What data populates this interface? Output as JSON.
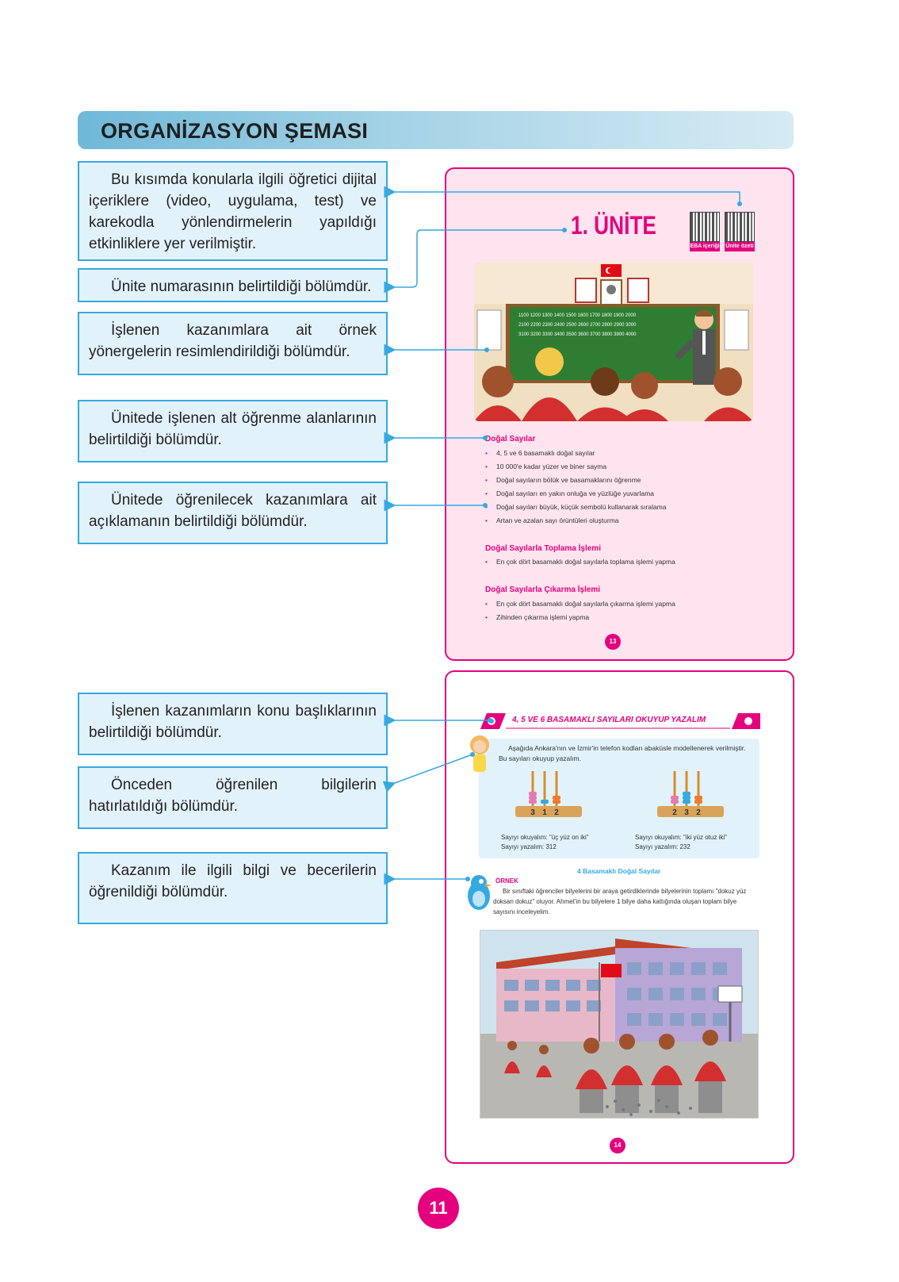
{
  "header": {
    "title": "ORGANİZASYON ŞEMASI"
  },
  "callouts": [
    "Bu kısımda konularla ilgili öğretici dijital içeriklere (video, uygulama, test) ve karekodla yönlendirmelerin yapıldığı etkinliklere yer verilmiştir.",
    "Ünite numarasının belirtildiği bölümdür.",
    "İşlenen kazanımlara ait örnek yönergelerin resimlendirildiği bölümdür.",
    "Ünitede işlenen alt öğrenme alanlarının belirtildiği bölümdür.",
    "Ünitede öğrenilecek kazanımlara ait açıklamanın belirtildiği bölümdür.",
    "İşlenen kazanımların konu başlıklarının belirtildiği bölümdür.",
    "Önceden öğrenilen bilgilerin hatırlatıldığı bölümdür.",
    "Kazanım ile ilgili bilgi ve becerilerin öğrenildiği bölümdür."
  ],
  "page13": {
    "unit_title": "1. ÜNİTE",
    "qr_labels": [
      "EBA içeriği",
      "Ünite özeti"
    ],
    "board_rows": [
      "1100  1200  1300  1400  1500  1600  1700  1800  1900  2000",
      "2100  2200  2300  2400  2500  2600  2700  2800  2900  3000",
      "3100  3200  3300  3400  3500  3600  3700  3800  3900  4000"
    ],
    "sections": [
      {
        "title": "Doğal Sayılar",
        "items": [
          "4, 5 ve 6 basamaklı doğal sayılar",
          "10 000'e kadar yüzer ve biner sayma",
          "Doğal sayıların bölük ve basamaklarını öğrenme",
          "Doğal sayıları en yakın onluğa ve yüzlüğe yuvarlama",
          "Doğal sayıları büyük, küçük sembolü kullanarak sıralama",
          "Artan ve azalan sayı örüntüleri oluşturma"
        ]
      },
      {
        "title": "Doğal Sayılarla Toplama İşlemi",
        "items": [
          "En çok dört basamaklı doğal sayılarla toplama işlemi yapma"
        ]
      },
      {
        "title": "Doğal Sayılarla Çıkarma İşlemi",
        "items": [
          "En çok dört basamaklı doğal sayılarla çıkarma işlemi yapma",
          "Zihinden çıkarma işlemi yapma"
        ]
      }
    ],
    "page_number": "13"
  },
  "page14": {
    "banner": "4, 5 VE 6 BASAMAKLI SAYILARI OKUYUP YAZALIM",
    "intro": "Aşağıda Ankara'nın ve İzmir'in telefon kodları abaküsle modellenerek verilmiştir. Bu sayıları okuyup yazalım.",
    "abacus": [
      {
        "digits": "3 1 2",
        "read": "Sayıyı okuyalım: \"üç yüz on iki\"",
        "write": "Sayıyı yazalım: 312"
      },
      {
        "digits": "2 3 2",
        "read": "Sayıyı okuyalım: \"iki yüz otuz iki\"",
        "write": "Sayıyı yazalım: 232"
      }
    ],
    "subtitle": "4 Basamaklı Doğal Sayılar",
    "example_label": "ÖRNEK",
    "example_text": "Bir sınıftaki öğrenciler bilyelerini bir araya getirdiklerinde bilyelerinin toplamı \"dokuz yüz doksan dokuz\" oluyor. Ahmet'in bu bilyelere 1 bilye daha kattığında oluşan toplam bilye sayısını inceleyelim.",
    "page_number": "14"
  },
  "footer": {
    "page_number": "11"
  },
  "colors": {
    "accent": "#e5007d",
    "callout_border": "#35a9e1",
    "callout_fill": "#e2f2fb",
    "page_tint": "#fde4ee"
  }
}
